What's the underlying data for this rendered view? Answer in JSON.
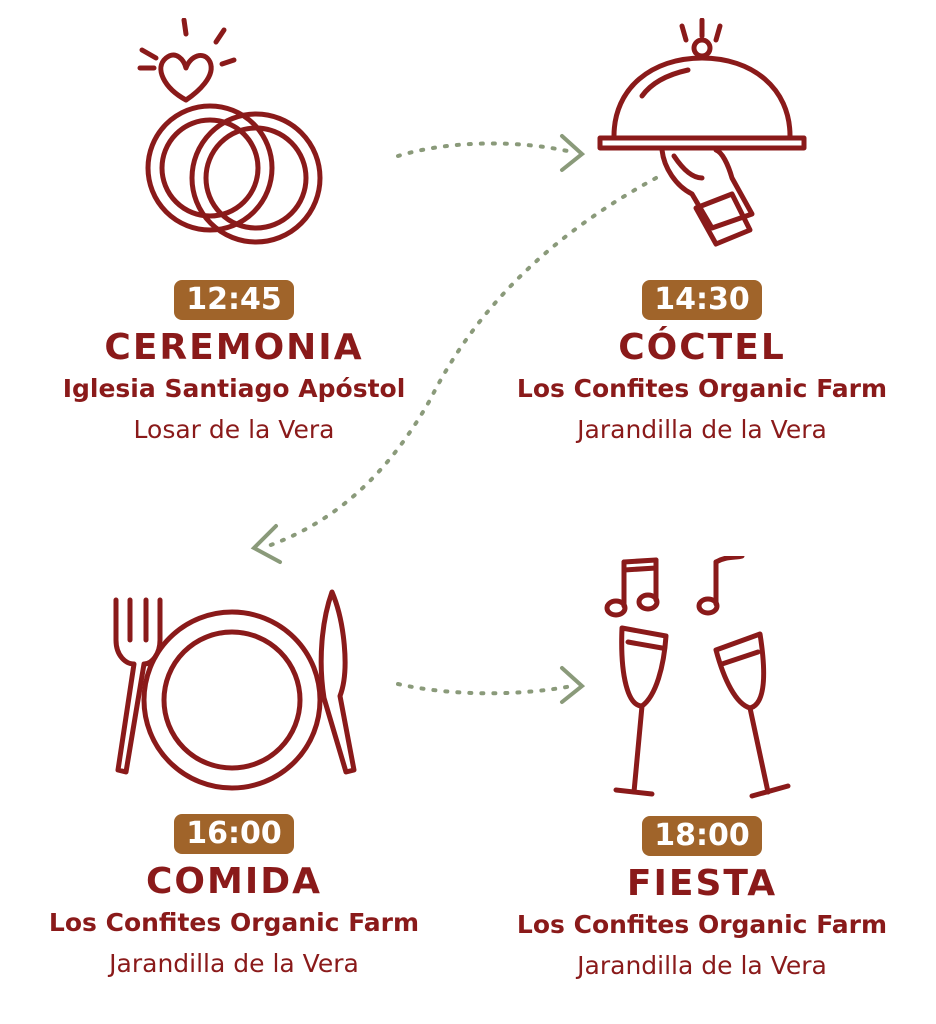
{
  "events": [
    {
      "time": "12:45",
      "title": "CEREMONIA",
      "venue": "Iglesia Santiago Apóstol",
      "town": "Losar de la Vera",
      "icon": "wedding-rings-icon"
    },
    {
      "time": "14:30",
      "title": "CÓCTEL",
      "venue": "Los Confites Organic Farm",
      "town": "Jarandilla de la Vera",
      "icon": "serving-cloche-icon"
    },
    {
      "time": "16:00",
      "title": "COMIDA",
      "venue": "Los Confites Organic Farm",
      "town": "Jarandilla de la Vera",
      "icon": "plate-cutlery-icon"
    },
    {
      "time": "18:00",
      "title": "FIESTA",
      "venue": "Los Confites Organic Farm",
      "town": "Jarandilla de la Vera",
      "icon": "champagne-toast-icon"
    }
  ],
  "colors": {
    "primary": "#8a1a1a",
    "badge": "#a0642a",
    "arrow": "#8a9a7a"
  }
}
